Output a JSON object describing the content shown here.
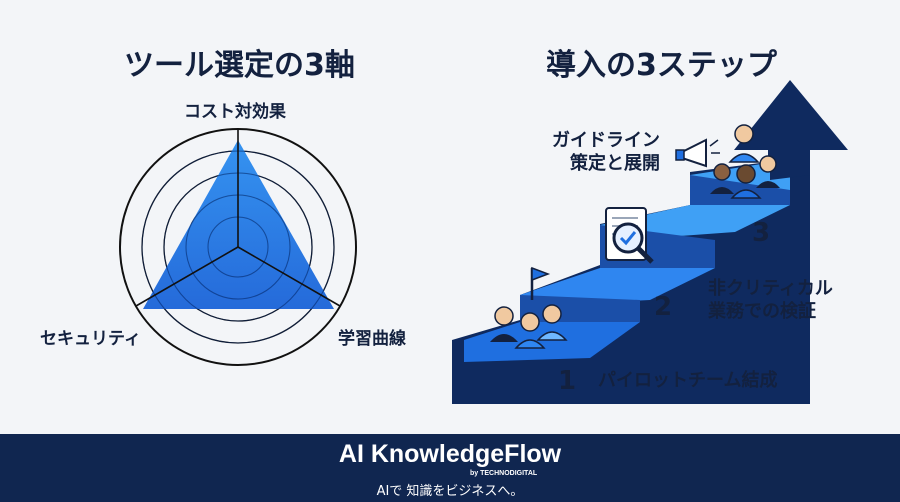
{
  "left": {
    "title": "ツール選定の3軸",
    "axes": [
      "コスト対効果",
      "セキュリティ",
      "学習曲線"
    ]
  },
  "right": {
    "title": "導入の3ステップ",
    "steps": [
      {
        "number": "1",
        "label": "パイロットチーム結成"
      },
      {
        "number": "2",
        "label_line1": "非クリティカル",
        "label_line2": "業務での検証"
      },
      {
        "number": "3",
        "label_line1": "ガイドライン",
        "label_line2": "策定と展開"
      }
    ]
  },
  "footer": {
    "brand": "AI KnowledgeFlow",
    "by": "by TECHNODIGITAL",
    "tagline": "AIで 知識をビジネスへ。"
  },
  "colors": {
    "navy": "#13213f",
    "blue": "#1f6fe0",
    "light_blue": "#3fa0f5",
    "footer": "#102650"
  },
  "icons": [
    "flag-icon",
    "team-icon",
    "document-check-icon",
    "magnifier-icon",
    "megaphone-icon",
    "arrow-up-icon"
  ]
}
